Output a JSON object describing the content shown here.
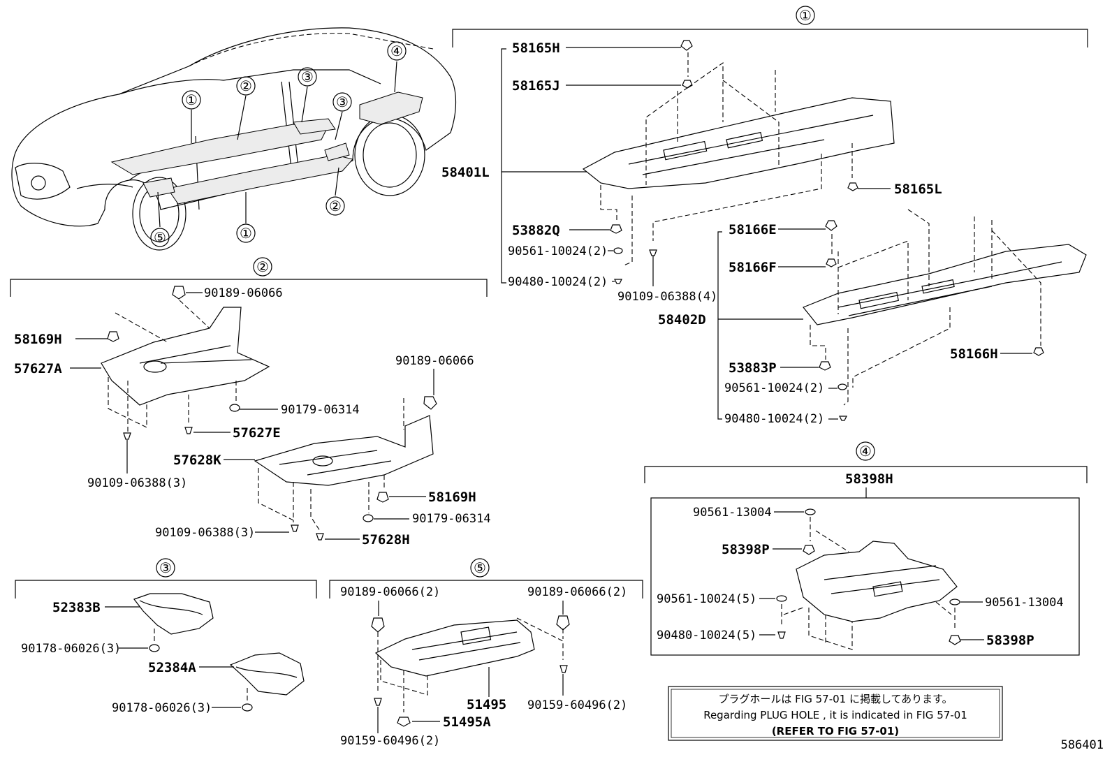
{
  "groups": {
    "g1": "①",
    "g2": "②",
    "g3": "③",
    "g4": "④",
    "g5": "⑤"
  },
  "overview": {
    "callouts": [
      "①",
      "②",
      "③",
      "③",
      "④",
      "②",
      "①",
      "⑤"
    ]
  },
  "group1": {
    "upper": {
      "p58165H": "58165H",
      "p58165J": "58165J",
      "p58401L": "58401L",
      "p58165L": "58165L",
      "p53882Q": "53882Q",
      "p90561": "90561-10024(2)",
      "p90480": "90480-10024(2)",
      "p90109": "90109-06388(4)"
    },
    "lower": {
      "p58166E": "58166E",
      "p58166F": "58166F",
      "p58402D": "58402D",
      "p58166H": "58166H",
      "p53883P": "53883P",
      "p90561": "90561-10024(2)",
      "p90480": "90480-10024(2)"
    }
  },
  "group2": {
    "p90189a": "90189-06066",
    "p58169Ha": "58169H",
    "p57627A": "57627A",
    "p90179a": "90179-06314",
    "p57627E": "57627E",
    "p90109a": "90109-06388(3)",
    "p90189b": "90189-06066",
    "p57628K": "57628K",
    "p58169Hb": "58169H",
    "p90179b": "90179-06314",
    "p90109b": "90109-06388(3)",
    "p57628H": "57628H"
  },
  "group3": {
    "p52383B": "52383B",
    "p90178a": "90178-06026(3)",
    "p52384A": "52384A",
    "p90178b": "90178-06026(3)"
  },
  "group4": {
    "p58398H": "58398H",
    "p90561a": "90561-13004",
    "p58398Pa": "58398P",
    "p90561b": "90561-10024(5)",
    "p90480": "90480-10024(5)",
    "p90561c": "90561-13004",
    "p58398Pb": "58398P"
  },
  "group5": {
    "p90189a": "90189-06066(2)",
    "p90189b": "90189-06066(2)",
    "p51495": "51495",
    "p90159a": "90159-60496(2)",
    "p51495A": "51495A",
    "p90159b": "90159-60496(2)"
  },
  "note": {
    "jp": "プラグホールは FIG 57-01 に掲載してあります。",
    "en": "Regarding  PLUG  HOLE , it is indicated in FIG  57-01",
    "ref": "(REFER TO FIG 57-01)"
  },
  "figure_id": "586401"
}
